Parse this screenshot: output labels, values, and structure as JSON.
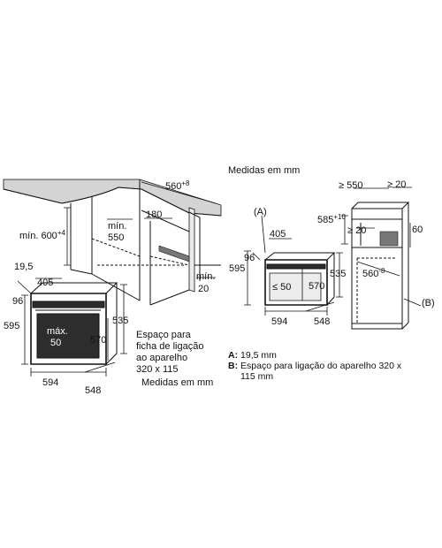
{
  "left_diagram": {
    "dims": {
      "niche_width": "560",
      "niche_width_sup": "+8",
      "niche_min_height": "mín. 600",
      "niche_min_height_sup": "+4",
      "niche_depth_line1": "mín.",
      "niche_depth_line2": "550",
      "back_gap": "180",
      "bottom_gap_line1": "mín.",
      "bottom_gap_line2": "20",
      "front_offset": "19,5",
      "top_depth": "405",
      "panel_top": "96",
      "total_height": "595",
      "body_height": "535",
      "door_height": "570",
      "max_label_line1": "máx.",
      "max_label_line2": "50",
      "width": "594",
      "depth": "548"
    },
    "caption_lines": [
      "Espaço para",
      "ficha de ligação",
      "ao aparelho",
      "320 x 115"
    ],
    "units": "Medidas em mm"
  },
  "right_diagram": {
    "units": "Medidas em mm",
    "marker_a": "(A)",
    "marker_b": "(B)",
    "dims": {
      "top_depth": "405",
      "panel_top": "96",
      "total_height": "595",
      "max_gap": "≤ 50",
      "door_height": "570",
      "body_height": "535",
      "width": "594",
      "depth": "548",
      "col_depth": "≥ 550",
      "col_top_gap": "≥ 20",
      "niche_height": "585",
      "niche_height_sup": "+10",
      "side_gap": "≥ 20",
      "vent": "60",
      "niche_width": "560",
      "niche_width_sup": "-8"
    }
  },
  "legend": {
    "a_key": "A:",
    "a_text": "19,5 mm",
    "b_key": "B:",
    "b_text_line1": "Espaço para ligação do aparelho 320 x",
    "b_text_line2": "115 mm"
  }
}
